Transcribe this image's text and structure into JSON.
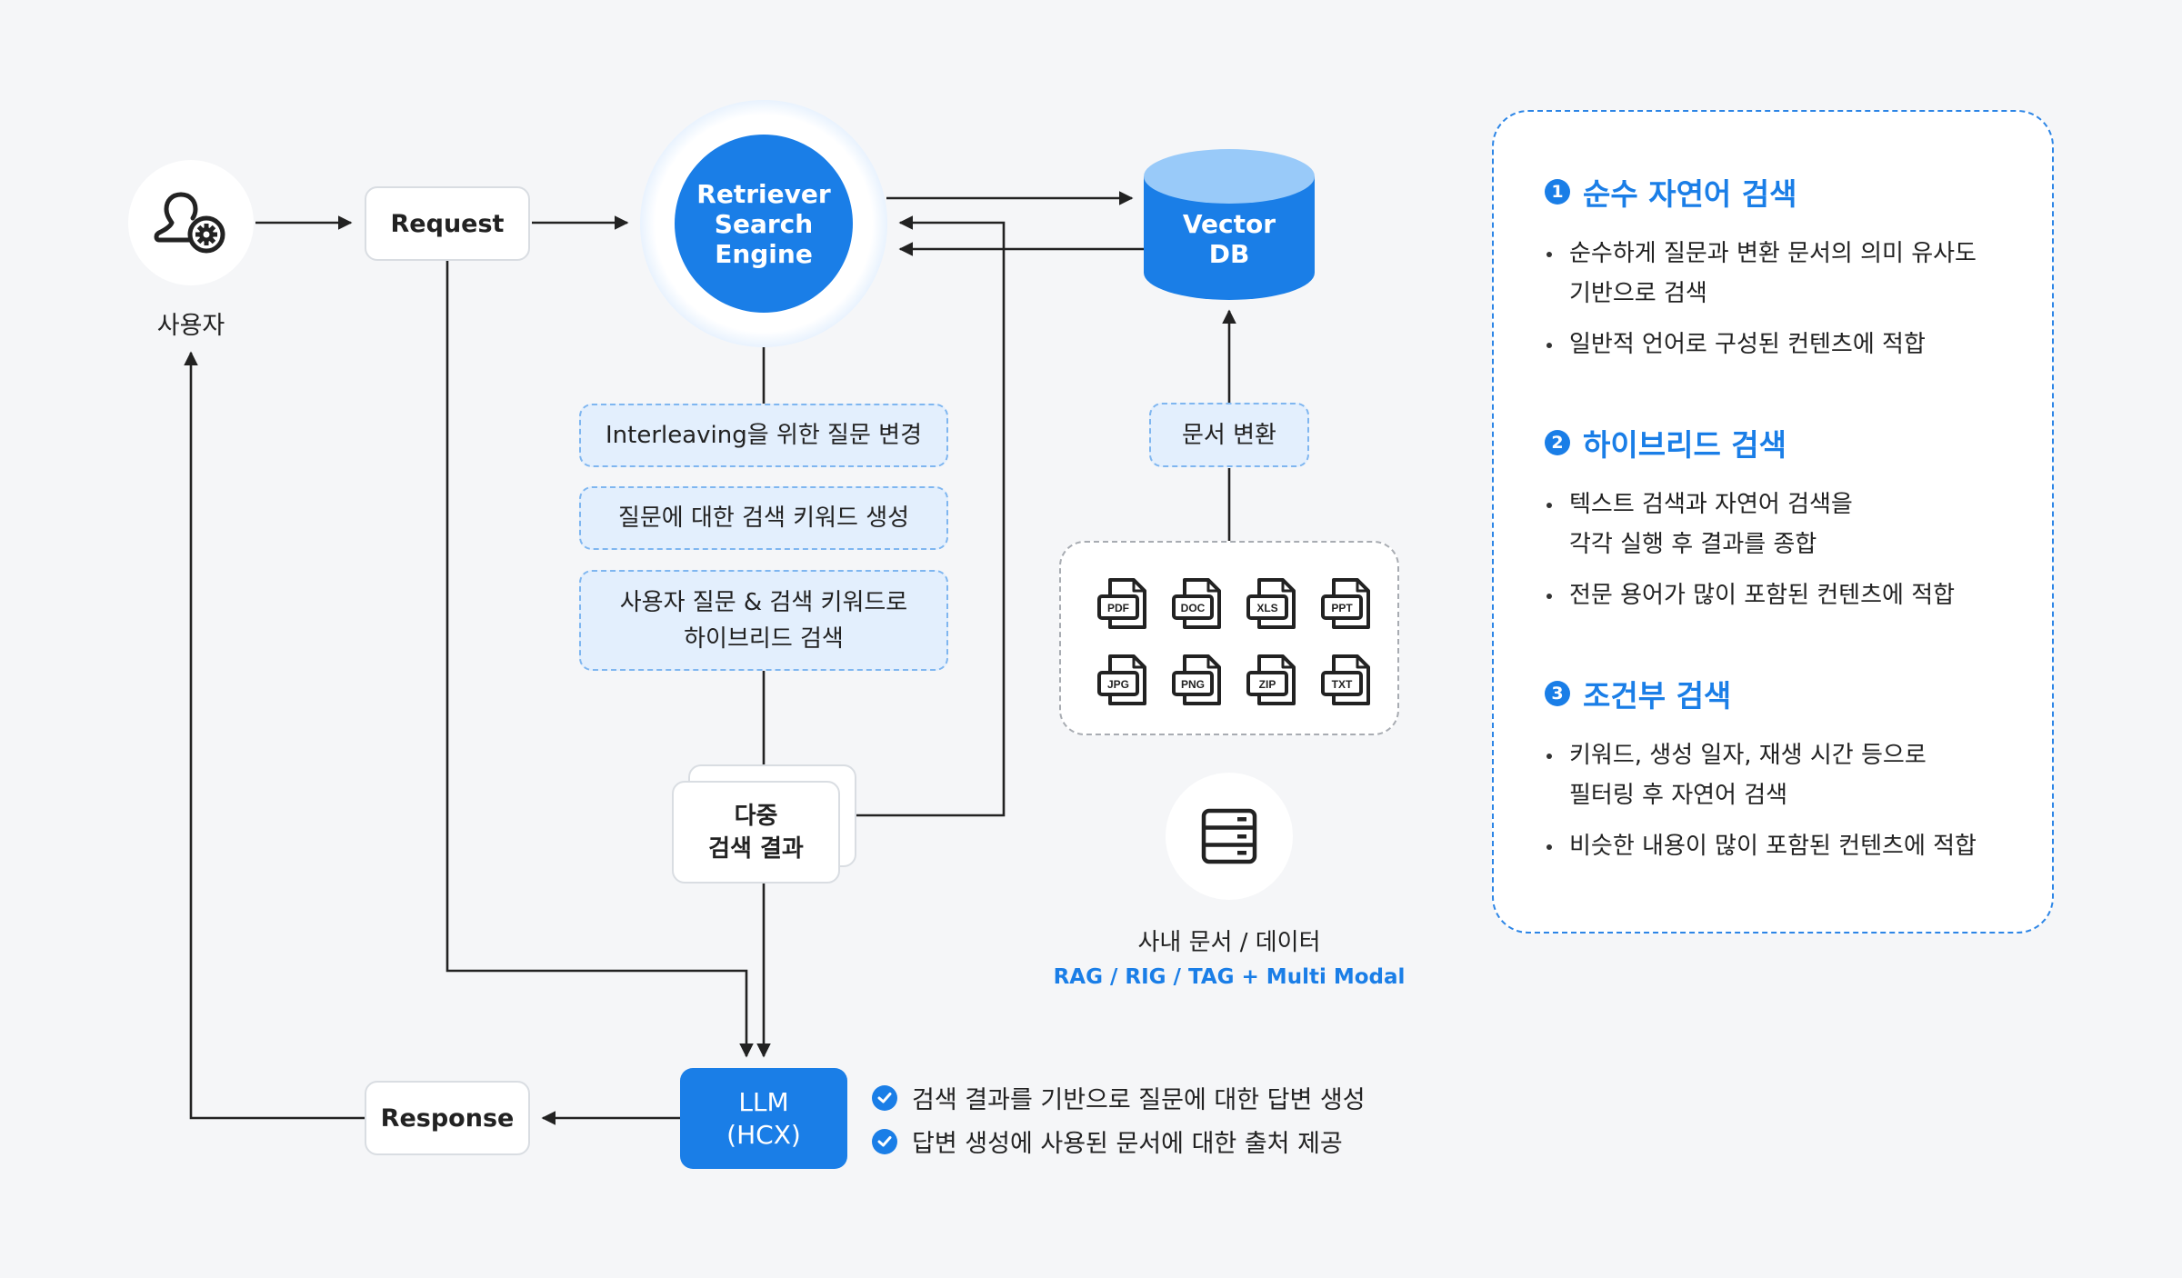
{
  "colors": {
    "background": "#f5f6f8",
    "primary_blue": "#1a7ee7",
    "light_blue_fill": "#e3effd",
    "light_blue_border": "#7fb6f0",
    "cylinder_top": "#99caf9",
    "text_dark": "#222222"
  },
  "user": {
    "icon": "user-settings-icon",
    "label": "사용자"
  },
  "request": {
    "label": "Request"
  },
  "response": {
    "label": "Response"
  },
  "retriever": {
    "line1": "Retriever",
    "line2": "Search",
    "line3": "Engine"
  },
  "vector_db": {
    "line1": "Vector",
    "line2": "DB"
  },
  "process_steps": [
    {
      "text": "Interleaving을 위한 질문 변경"
    },
    {
      "text": "질문에 대한 검색 키워드 생성"
    },
    {
      "line1": "사용자 질문 & 검색 키워드로",
      "line2": "하이브리드 검색"
    }
  ],
  "multi_result": {
    "line1": "다중",
    "line2": "검색 결과"
  },
  "doc_convert": {
    "label": "문서 변환"
  },
  "file_types": [
    "PDF",
    "DOC",
    "XLS",
    "PPT",
    "JPG",
    "PNG",
    "ZIP",
    "TXT"
  ],
  "internal_data": {
    "icon": "server-icon",
    "label": "사내 문서 / 데이터",
    "sublabel": "RAG / RIG / TAG + Multi Modal"
  },
  "llm": {
    "line1": "LLM",
    "line2": "(HCX)",
    "features": [
      "검색 결과를 기반으로 질문에 대한 답변 생성",
      "답변 생성에 사용된 문서에 대한 출처 제공"
    ]
  },
  "panel": {
    "sections": [
      {
        "number": "1",
        "title": "순수 자연어 검색",
        "bullets": [
          {
            "line1": "순수하게 질문과 변환 문서의 의미 유사도",
            "line2": "기반으로 검색"
          },
          {
            "line1": "일반적 언어로 구성된 컨텐츠에 적합"
          }
        ]
      },
      {
        "number": "2",
        "title": "하이브리드 검색",
        "bullets": [
          {
            "line1": "텍스트 검색과 자연어 검색을",
            "line2": "각각 실행 후 결과를 종합"
          },
          {
            "line1": "전문 용어가 많이 포함된 컨텐츠에 적합"
          }
        ]
      },
      {
        "number": "3",
        "title": "조건부 검색",
        "bullets": [
          {
            "line1": "키워드, 생성 일자, 재생 시간 등으로",
            "line2": "필터링 후 자연어 검색"
          },
          {
            "line1": "비슷한 내용이 많이 포함된 컨텐츠에 적합"
          }
        ]
      }
    ]
  }
}
